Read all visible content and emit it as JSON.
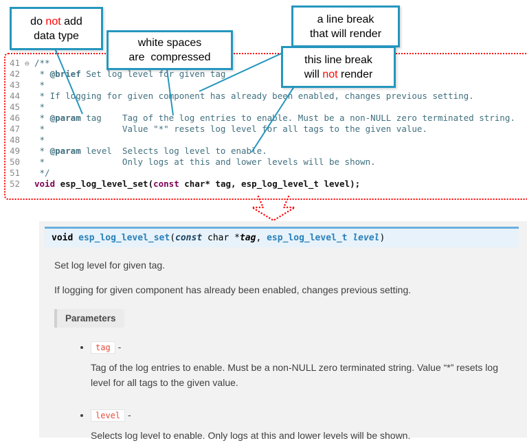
{
  "colors": {
    "teal": "#2596be",
    "red": "#ff0000",
    "dotted": "#ff0000",
    "comment": "#40707f",
    "keyword": "#7f0055",
    "linenum": "#8a8a8a",
    "docbg": "#f2f2f2",
    "doctext": "#404040",
    "sigbg": "#e7f2fa",
    "sigborder": "#6ab0de",
    "nameblue": "#2980b9",
    "litred": "#e74c3c",
    "litborder": "#e1e4e5"
  },
  "callouts": [
    {
      "lines": [
        [
          {
            "t": "do "
          },
          {
            "t": "not",
            "red": true
          },
          {
            "t": " add"
          }
        ],
        [
          {
            "t": "data type"
          }
        ]
      ]
    },
    {
      "lines": [
        [
          {
            "t": "white spaces"
          }
        ],
        [
          {
            "t": "are  compressed"
          }
        ]
      ]
    },
    {
      "lines": [
        [
          {
            "t": "a line break"
          }
        ],
        [
          {
            "t": "that will render"
          }
        ]
      ]
    },
    {
      "lines": [
        [
          {
            "t": "this line break"
          }
        ],
        [
          {
            "t": "will "
          },
          {
            "t": "not",
            "red": true
          },
          {
            "t": " render"
          }
        ]
      ]
    }
  ],
  "code": {
    "lines": [
      {
        "num": "41",
        "fold": "⊖",
        "segs": [
          {
            "t": "/**",
            "s": "c"
          }
        ]
      },
      {
        "num": "42",
        "segs": [
          {
            "t": " * ",
            "s": "c"
          },
          {
            "t": "@brief",
            "s": "t"
          },
          {
            "t": " Set log level for given tag",
            "s": "c"
          }
        ]
      },
      {
        "num": "43",
        "segs": [
          {
            "t": " *",
            "s": "c"
          }
        ]
      },
      {
        "num": "44",
        "segs": [
          {
            "t": " * If logging for given component has already been enabled, changes previous setting.",
            "s": "c"
          }
        ]
      },
      {
        "num": "45",
        "segs": [
          {
            "t": " *",
            "s": "c"
          }
        ]
      },
      {
        "num": "46",
        "segs": [
          {
            "t": " * ",
            "s": "c"
          },
          {
            "t": "@param",
            "s": "t"
          },
          {
            "t": " tag    Tag of the log entries to enable. Must be a non-NULL zero terminated string.",
            "s": "c"
          }
        ]
      },
      {
        "num": "47",
        "segs": [
          {
            "t": " *               Value \"*\" resets log level for all tags to the given value.",
            "s": "c"
          }
        ]
      },
      {
        "num": "48",
        "segs": [
          {
            "t": " *",
            "s": "c"
          }
        ]
      },
      {
        "num": "49",
        "segs": [
          {
            "t": " * ",
            "s": "c"
          },
          {
            "t": "@param",
            "s": "t"
          },
          {
            "t": " level  Selects log level to enable.",
            "s": "c"
          }
        ]
      },
      {
        "num": "50",
        "segs": [
          {
            "t": " *               Only logs at this and lower levels will be shown.",
            "s": "c"
          }
        ]
      },
      {
        "num": "51",
        "segs": [
          {
            "t": " */",
            "s": "c"
          }
        ]
      },
      {
        "num": "52",
        "segs": [
          {
            "t": "void",
            "s": "k"
          },
          {
            "t": " esp_log_level_set(",
            "s": "p"
          },
          {
            "t": "const",
            "s": "k"
          },
          {
            "t": " char* tag, esp_log_level_t level);",
            "s": "p"
          }
        ]
      }
    ]
  },
  "doc": {
    "signature": [
      {
        "t": "void ",
        "s": "kw"
      },
      {
        "t": "esp_log_level_set",
        "s": "name"
      },
      {
        "t": "(",
        "s": "pl"
      },
      {
        "t": "const",
        "s": "const"
      },
      {
        "t": " char *",
        "s": "pl"
      },
      {
        "t": "tag",
        "s": "param"
      },
      {
        "t": ", ",
        "s": "pl"
      },
      {
        "t": "esp_log_level_t ",
        "s": "type"
      },
      {
        "t": "level",
        "s": "paramb"
      },
      {
        "t": ")",
        "s": "pl"
      }
    ],
    "para1": "Set log level for given tag.",
    "para2": "If logging for given component has already been enabled, changes previous setting.",
    "params_label": "Parameters",
    "dash": " -",
    "params": [
      {
        "name": "tag",
        "desc": "Tag of the log entries to enable. Must be a non-NULL zero terminated string. Value “*” resets log level for all tags to the given value."
      },
      {
        "name": "level",
        "desc": "Selects log level to enable. Only logs at this and lower levels will be shown."
      }
    ]
  }
}
